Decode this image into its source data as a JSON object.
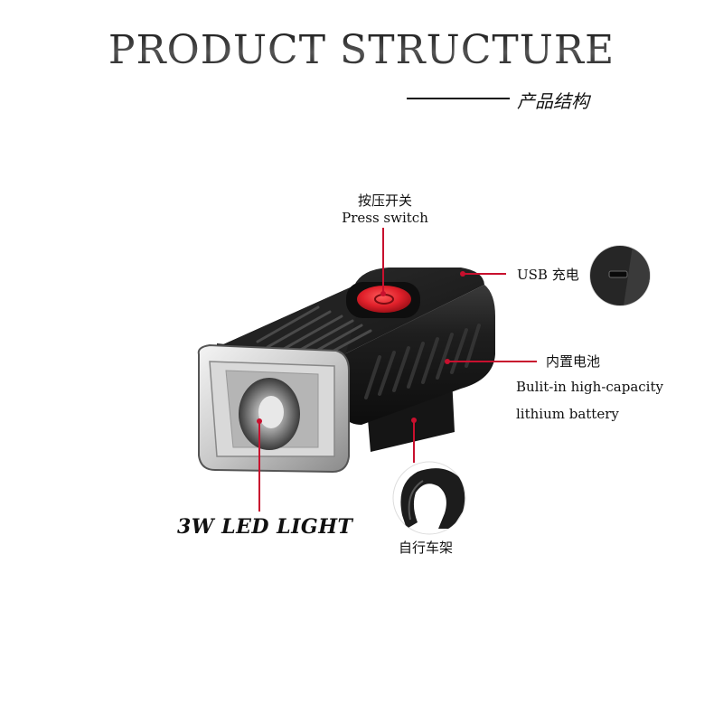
{
  "header": {
    "title": "PRODUCT STRUCTURE",
    "subtitle": "产品结构"
  },
  "callouts": {
    "press_switch_cn": "按压开关",
    "press_switch_en": "Press switch",
    "usb_charge": "USB 充电",
    "battery_cn": "内置电池",
    "battery_en_1": "Bulit-in high-capacity",
    "battery_en_2": "lithium battery",
    "led_light": "3W LED LIGHT",
    "bike_mount": "自行车架"
  },
  "colors": {
    "callout_line": "#c8102e",
    "button_red": "#e0202a",
    "body_black": "#1c1c1c"
  }
}
